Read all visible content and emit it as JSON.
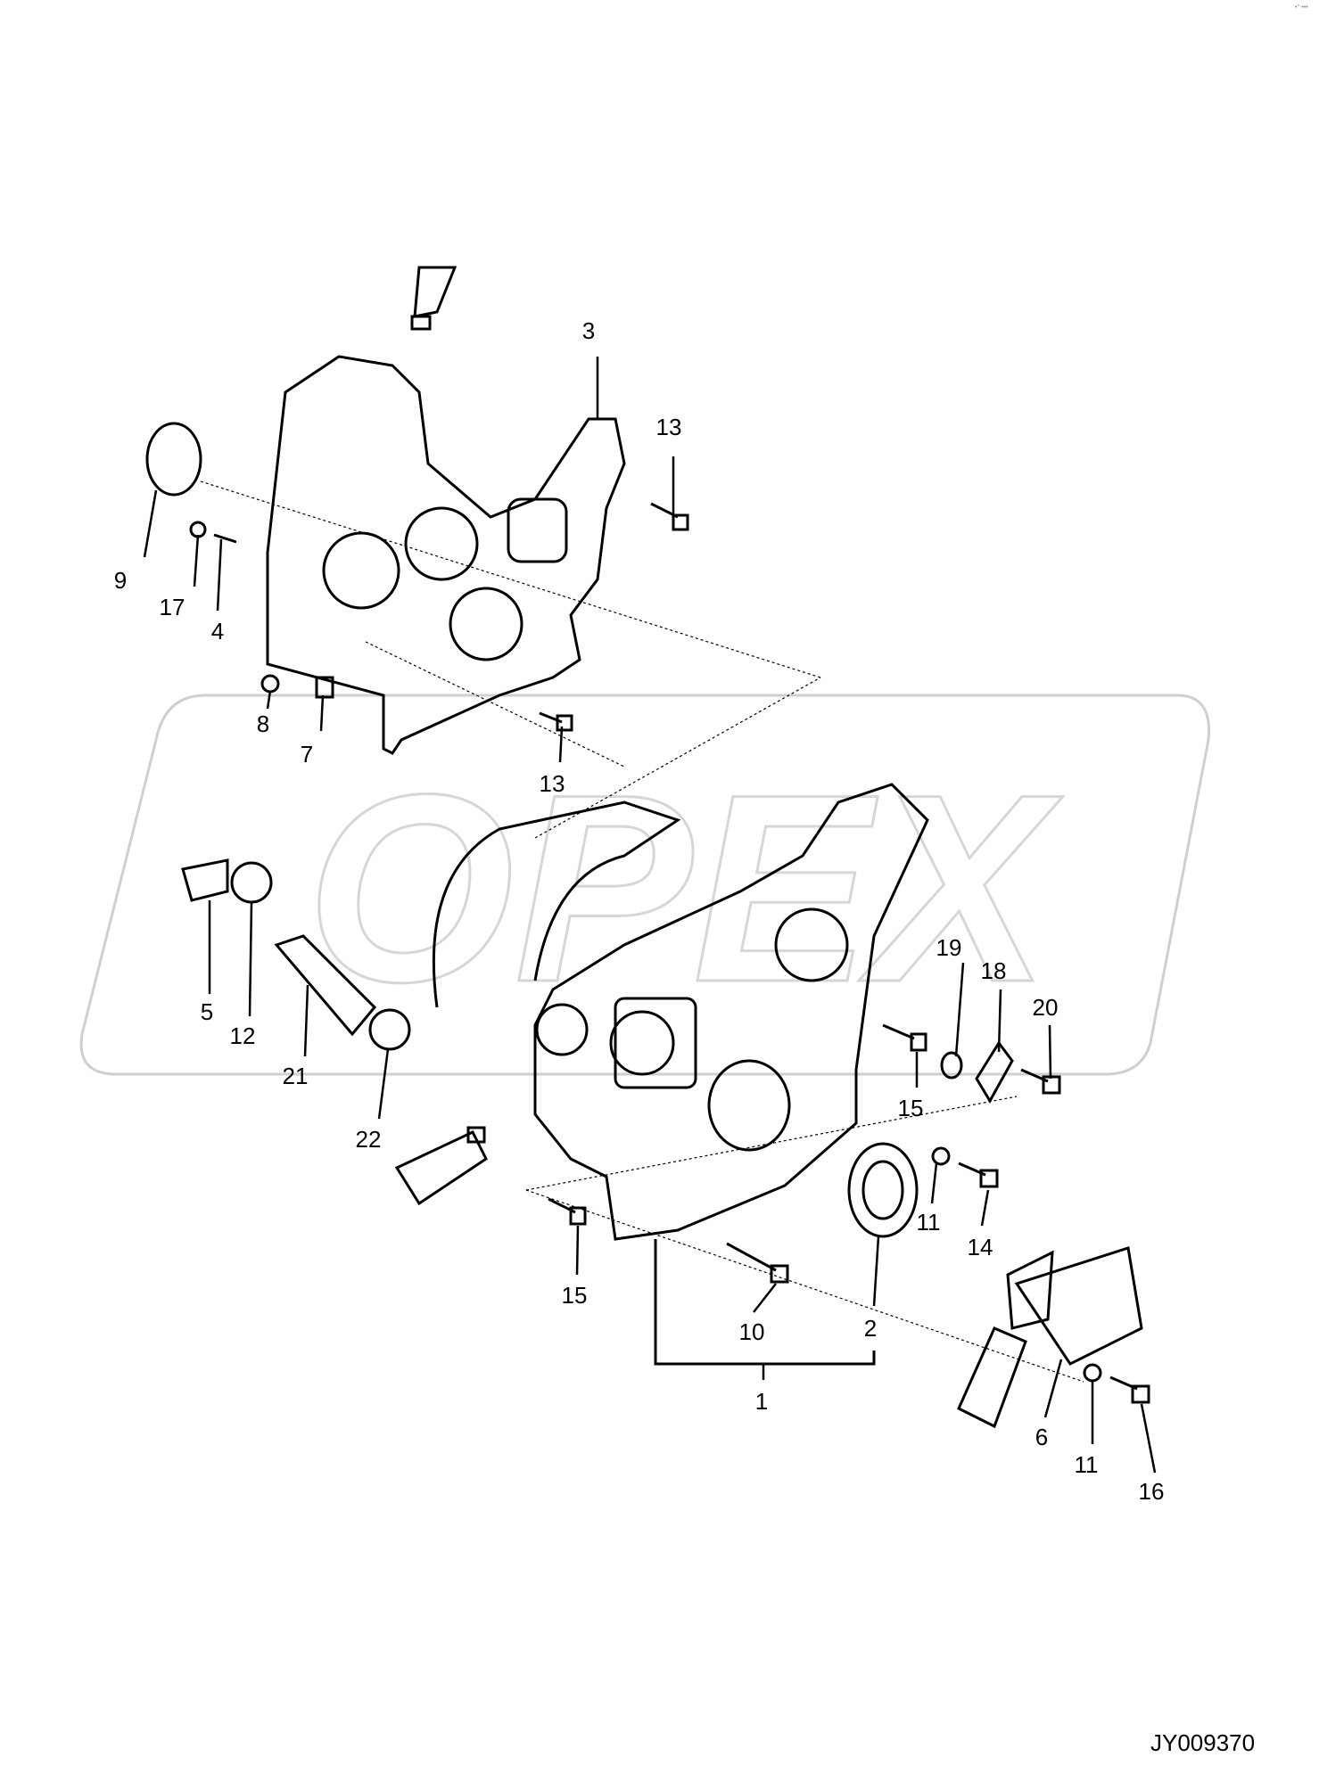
{
  "document_id": "JY009370",
  "corner_mark": "•° •••",
  "watermark": "OPEX",
  "callouts": [
    "1",
    "2",
    "3",
    "4",
    "5",
    "6",
    "7",
    "8",
    "9",
    "10",
    "11",
    "11",
    "12",
    "13",
    "13",
    "14",
    "15",
    "15",
    "16",
    "17",
    "18",
    "19",
    "20",
    "21",
    "22"
  ]
}
